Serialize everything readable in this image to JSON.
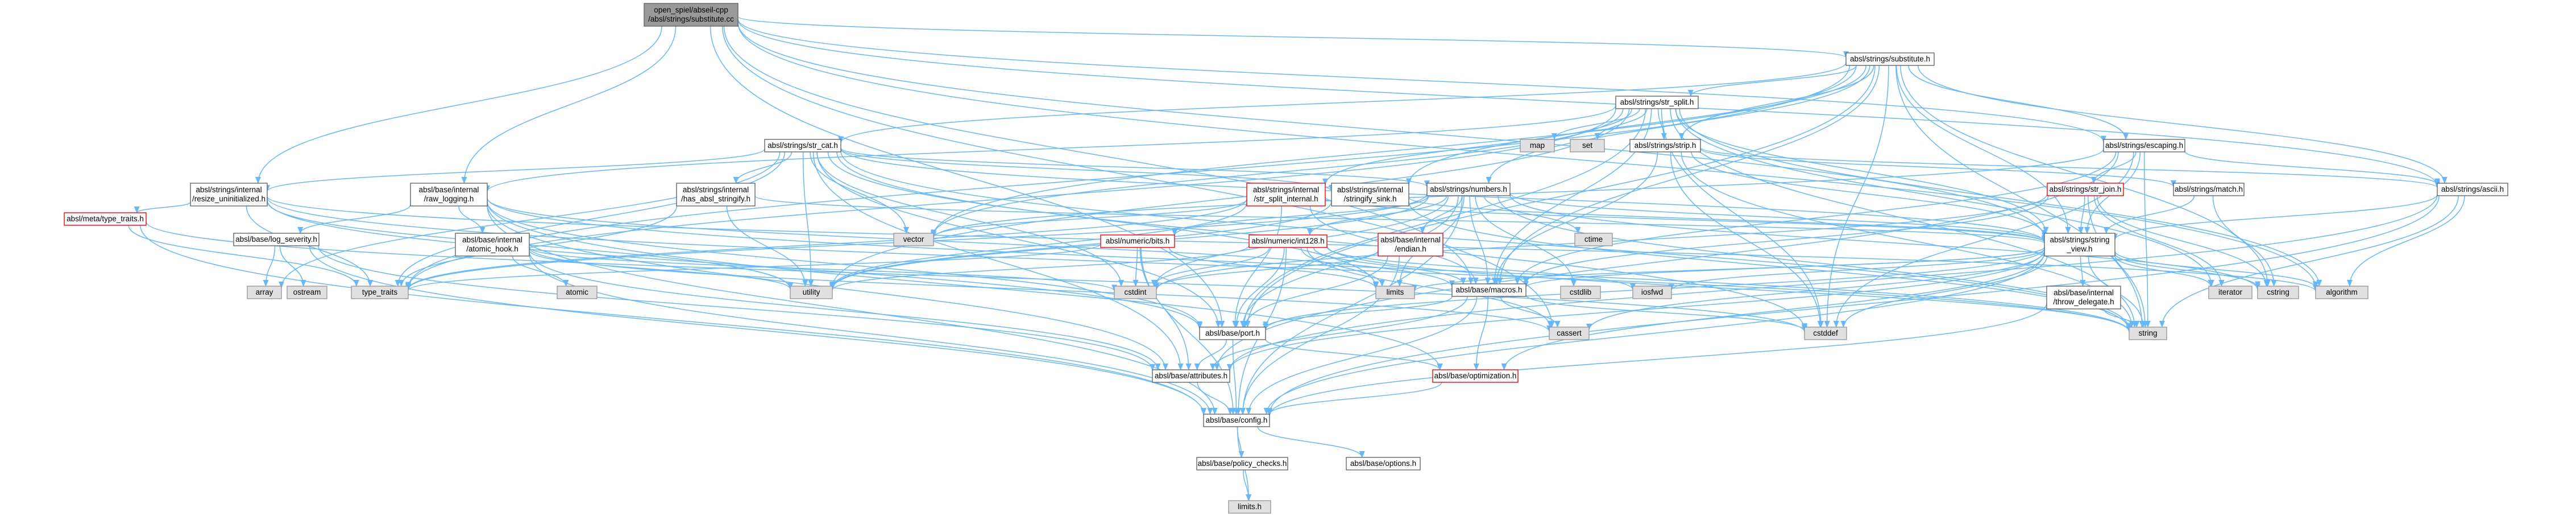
{
  "colors": {
    "edge": "#63b8ff",
    "node_fill": "#ffffff",
    "node_border": "#666666",
    "root_fill": "#999999",
    "root_border": "#666666",
    "external_fill": "#e0e0e0",
    "external_border": "#999999",
    "truncated_border": "#ff0000"
  },
  "nodes": [
    {
      "id": "root",
      "kind": "root",
      "lines": [
        "open_spiel/abseil-cpp",
        "/absl/strings/substitute.cc"
      ]
    },
    {
      "id": "substitute_h",
      "kind": "normal",
      "lines": [
        "absl/strings/substitute.h"
      ]
    },
    {
      "id": "str_split_h",
      "kind": "normal",
      "lines": [
        "absl/strings/str_split.h"
      ]
    },
    {
      "id": "str_cat_h",
      "kind": "normal",
      "lines": [
        "absl/strings/str_cat.h"
      ]
    },
    {
      "id": "escaping_h",
      "kind": "normal",
      "lines": [
        "absl/strings/escaping.h"
      ]
    },
    {
      "id": "strip_h",
      "kind": "normal",
      "lines": [
        "absl/strings/strip.h"
      ]
    },
    {
      "id": "resize_uninit_h",
      "kind": "normal",
      "lines": [
        "absl/strings/internal",
        "/resize_uninitialized.h"
      ]
    },
    {
      "id": "raw_logging_h",
      "kind": "normal",
      "lines": [
        "absl/base/internal",
        "/raw_logging.h"
      ]
    },
    {
      "id": "has_stringify_h",
      "kind": "normal",
      "lines": [
        "absl/strings/internal",
        "/has_absl_stringify.h"
      ]
    },
    {
      "id": "str_split_internal_h",
      "kind": "truncated",
      "lines": [
        "absl/strings/internal",
        "/str_split_internal.h"
      ]
    },
    {
      "id": "stringify_sink_h",
      "kind": "normal",
      "lines": [
        "absl/strings/internal",
        "/stringify_sink.h"
      ]
    },
    {
      "id": "numbers_h",
      "kind": "normal",
      "lines": [
        "absl/strings/numbers.h"
      ]
    },
    {
      "id": "str_join_h",
      "kind": "truncated",
      "lines": [
        "absl/strings/str_join.h"
      ]
    },
    {
      "id": "match_h",
      "kind": "normal",
      "lines": [
        "absl/strings/match.h"
      ]
    },
    {
      "id": "ascii_h",
      "kind": "normal",
      "lines": [
        "absl/strings/ascii.h"
      ]
    },
    {
      "id": "type_traits_h",
      "kind": "truncated",
      "lines": [
        "absl/meta/type_traits.h"
      ]
    },
    {
      "id": "log_severity_h",
      "kind": "normal",
      "lines": [
        "absl/base/log_severity.h"
      ]
    },
    {
      "id": "atomic_hook_h",
      "kind": "normal",
      "lines": [
        "absl/base/internal",
        "/atomic_hook.h"
      ]
    },
    {
      "id": "bits_h",
      "kind": "truncated",
      "lines": [
        "absl/numeric/bits.h"
      ]
    },
    {
      "id": "int128_h",
      "kind": "truncated",
      "lines": [
        "absl/numeric/int128.h"
      ]
    },
    {
      "id": "endian_h",
      "kind": "truncated",
      "lines": [
        "absl/base/internal",
        "/endian.h"
      ]
    },
    {
      "id": "string_view_h",
      "kind": "normal",
      "lines": [
        "absl/strings/string",
        "_view.h"
      ]
    },
    {
      "id": "throw_delegate_h",
      "kind": "normal",
      "lines": [
        "absl/base/internal",
        "/throw_delegate.h"
      ]
    },
    {
      "id": "macros_h",
      "kind": "normal",
      "lines": [
        "absl/base/macros.h"
      ]
    },
    {
      "id": "port_h",
      "kind": "normal",
      "lines": [
        "absl/base/port.h"
      ]
    },
    {
      "id": "attributes_h",
      "kind": "normal",
      "lines": [
        "absl/base/attributes.h"
      ]
    },
    {
      "id": "optimization_h",
      "kind": "truncated",
      "lines": [
        "absl/base/optimization.h"
      ]
    },
    {
      "id": "config_h",
      "kind": "normal",
      "lines": [
        "absl/base/config.h"
      ]
    },
    {
      "id": "policy_checks_h",
      "kind": "normal",
      "lines": [
        "absl/base/policy_checks.h"
      ]
    },
    {
      "id": "options_h",
      "kind": "normal",
      "lines": [
        "absl/base/options.h"
      ]
    },
    {
      "id": "limits_h",
      "kind": "external",
      "lines": [
        "limits.h"
      ]
    },
    {
      "id": "map",
      "kind": "external",
      "lines": [
        "map"
      ]
    },
    {
      "id": "set",
      "kind": "external",
      "lines": [
        "set"
      ]
    },
    {
      "id": "vector",
      "kind": "external",
      "lines": [
        "vector"
      ]
    },
    {
      "id": "array",
      "kind": "external",
      "lines": [
        "array"
      ]
    },
    {
      "id": "ostream",
      "kind": "external",
      "lines": [
        "ostream"
      ]
    },
    {
      "id": "atomic",
      "kind": "external",
      "lines": [
        "atomic"
      ]
    },
    {
      "id": "type_traits",
      "kind": "external",
      "lines": [
        "type_traits"
      ]
    },
    {
      "id": "utility",
      "kind": "external",
      "lines": [
        "utility"
      ]
    },
    {
      "id": "cstdint",
      "kind": "external",
      "lines": [
        "cstdint"
      ]
    },
    {
      "id": "limits",
      "kind": "external",
      "lines": [
        "limits"
      ]
    },
    {
      "id": "ctime",
      "kind": "external",
      "lines": [
        "ctime"
      ]
    },
    {
      "id": "cstdlib",
      "kind": "external",
      "lines": [
        "cstdlib"
      ]
    },
    {
      "id": "iosfwd",
      "kind": "external",
      "lines": [
        "iosfwd"
      ]
    },
    {
      "id": "iterator",
      "kind": "external",
      "lines": [
        "iterator"
      ]
    },
    {
      "id": "cstring",
      "kind": "external",
      "lines": [
        "cstring"
      ]
    },
    {
      "id": "algorithm",
      "kind": "external",
      "lines": [
        "algorithm"
      ]
    },
    {
      "id": "cassert",
      "kind": "external",
      "lines": [
        "cassert"
      ]
    },
    {
      "id": "cstddef",
      "kind": "external",
      "lines": [
        "cstddef"
      ]
    },
    {
      "id": "string",
      "kind": "external",
      "lines": [
        "string"
      ]
    }
  ],
  "edges": [
    [
      "root",
      "substitute_h"
    ],
    [
      "root",
      "escaping_h"
    ],
    [
      "root",
      "ascii_h"
    ],
    [
      "root",
      "string_view_h"
    ],
    [
      "root",
      "resize_uninit_h"
    ],
    [
      "root",
      "raw_logging_h"
    ],
    [
      "root",
      "algorithm"
    ],
    [
      "root",
      "cassert"
    ],
    [
      "root",
      "macros_h"
    ],
    [
      "root",
      "port_h"
    ],
    [
      "substitute_h",
      "str_split_h"
    ],
    [
      "substitute_h",
      "str_cat_h"
    ],
    [
      "substitute_h",
      "strip_h"
    ],
    [
      "substitute_h",
      "escaping_h"
    ],
    [
      "substitute_h",
      "numbers_h"
    ],
    [
      "substitute_h",
      "stringify_sink_h"
    ],
    [
      "substitute_h",
      "string_view_h"
    ],
    [
      "substitute_h",
      "ascii_h"
    ],
    [
      "substitute_h",
      "macros_h"
    ],
    [
      "substitute_h",
      "port_h"
    ],
    [
      "substitute_h",
      "cstring"
    ],
    [
      "substitute_h",
      "string"
    ],
    [
      "substitute_h",
      "type_traits"
    ],
    [
      "substitute_h",
      "vector"
    ],
    [
      "substitute_h",
      "cstddef"
    ],
    [
      "str_split_h",
      "map"
    ],
    [
      "str_split_h",
      "set"
    ],
    [
      "str_split_h",
      "vector"
    ],
    [
      "str_split_h",
      "strip_h"
    ],
    [
      "str_split_h",
      "str_split_internal_h"
    ],
    [
      "str_split_h",
      "string_view_h"
    ],
    [
      "str_split_h",
      "raw_logging_h"
    ],
    [
      "str_split_h",
      "macros_h"
    ],
    [
      "str_split_h",
      "port_h"
    ],
    [
      "str_split_h",
      "algorithm"
    ],
    [
      "str_split_h",
      "cstddef"
    ],
    [
      "str_split_h",
      "string"
    ],
    [
      "str_split_h",
      "utility"
    ],
    [
      "str_split_h",
      "iterator"
    ],
    [
      "str_split_h",
      "type_traits"
    ],
    [
      "str_cat_h",
      "resize_uninit_h"
    ],
    [
      "str_cat_h",
      "has_stringify_h"
    ],
    [
      "str_cat_h",
      "stringify_sink_h"
    ],
    [
      "str_cat_h",
      "numbers_h"
    ],
    [
      "str_cat_h",
      "string_view_h"
    ],
    [
      "str_cat_h",
      "port_h"
    ],
    [
      "str_cat_h",
      "attributes_h"
    ],
    [
      "str_cat_h",
      "array"
    ],
    [
      "str_cat_h",
      "cstddef"
    ],
    [
      "str_cat_h",
      "cstdint"
    ],
    [
      "str_cat_h",
      "string"
    ],
    [
      "str_cat_h",
      "type_traits"
    ],
    [
      "str_cat_h",
      "utility"
    ],
    [
      "str_cat_h",
      "vector"
    ],
    [
      "str_cat_h",
      "limits"
    ],
    [
      "escaping_h",
      "str_join_h"
    ],
    [
      "escaping_h",
      "ascii_h"
    ],
    [
      "escaping_h",
      "string_view_h"
    ],
    [
      "escaping_h",
      "macros_h"
    ],
    [
      "escaping_h",
      "vector"
    ],
    [
      "escaping_h",
      "cstddef"
    ],
    [
      "escaping_h",
      "string"
    ],
    [
      "escaping_h",
      "attributes_h"
    ],
    [
      "strip_h",
      "match_h"
    ],
    [
      "strip_h",
      "ascii_h"
    ],
    [
      "strip_h",
      "string_view_h"
    ],
    [
      "strip_h",
      "macros_h"
    ],
    [
      "strip_h",
      "cstddef"
    ],
    [
      "strip_h",
      "string"
    ],
    [
      "resize_uninit_h",
      "type_traits_h"
    ],
    [
      "resize_uninit_h",
      "port_h"
    ],
    [
      "resize_uninit_h",
      "string"
    ],
    [
      "resize_uninit_h",
      "type_traits"
    ],
    [
      "resize_uninit_h",
      "utility"
    ],
    [
      "resize_uninit_h",
      "algorithm"
    ],
    [
      "raw_logging_h",
      "log_severity_h"
    ],
    [
      "raw_logging_h",
      "atomic_hook_h"
    ],
    [
      "raw_logging_h",
      "macros_h"
    ],
    [
      "raw_logging_h",
      "port_h"
    ],
    [
      "raw_logging_h",
      "attributes_h"
    ],
    [
      "raw_logging_h",
      "optimization_h"
    ],
    [
      "raw_logging_h",
      "config_h"
    ],
    [
      "raw_logging_h",
      "string"
    ],
    [
      "has_stringify_h",
      "type_traits"
    ],
    [
      "has_stringify_h",
      "utility"
    ],
    [
      "has_stringify_h",
      "string_view_h"
    ],
    [
      "str_split_internal_h",
      "string_view_h"
    ],
    [
      "str_split_internal_h",
      "macros_h"
    ],
    [
      "str_split_internal_h",
      "port_h"
    ],
    [
      "str_split_internal_h",
      "utility"
    ],
    [
      "str_split_internal_h",
      "type_traits"
    ],
    [
      "str_split_internal_h",
      "vector"
    ],
    [
      "stringify_sink_h",
      "string_view_h"
    ],
    [
      "stringify_sink_h",
      "utility"
    ],
    [
      "stringify_sink_h",
      "string"
    ],
    [
      "numbers_h",
      "bits_h"
    ],
    [
      "numbers_h",
      "int128_h"
    ],
    [
      "numbers_h",
      "endian_h"
    ],
    [
      "numbers_h",
      "string_view_h"
    ],
    [
      "numbers_h",
      "macros_h"
    ],
    [
      "numbers_h",
      "port_h"
    ],
    [
      "numbers_h",
      "config_h"
    ],
    [
      "numbers_h",
      "ctime"
    ],
    [
      "numbers_h",
      "cstdlib"
    ],
    [
      "numbers_h",
      "cstring"
    ],
    [
      "numbers_h",
      "limits"
    ],
    [
      "numbers_h",
      "type_traits"
    ],
    [
      "numbers_h",
      "cstdint"
    ],
    [
      "numbers_h",
      "string"
    ],
    [
      "numbers_h",
      "utility"
    ],
    [
      "str_join_h",
      "string_view_h"
    ],
    [
      "str_join_h",
      "macros_h"
    ],
    [
      "str_join_h",
      "cstdint"
    ],
    [
      "str_join_h",
      "cstring"
    ],
    [
      "str_join_h",
      "iterator"
    ],
    [
      "str_join_h",
      "string"
    ],
    [
      "match_h",
      "string_view_h"
    ],
    [
      "match_h",
      "cstring"
    ],
    [
      "ascii_h",
      "string_view_h"
    ],
    [
      "ascii_h",
      "attributes_h"
    ],
    [
      "ascii_h",
      "config_h"
    ],
    [
      "ascii_h",
      "algorithm"
    ],
    [
      "ascii_h",
      "string"
    ],
    [
      "type_traits_h",
      "type_traits"
    ],
    [
      "type_traits_h",
      "config_h"
    ],
    [
      "type_traits_h",
      "cstddef"
    ],
    [
      "log_severity_h",
      "array"
    ],
    [
      "log_severity_h",
      "ostream"
    ],
    [
      "log_severity_h",
      "attributes_h"
    ],
    [
      "log_severity_h",
      "config_h"
    ],
    [
      "atomic_hook_h",
      "atomic"
    ],
    [
      "atomic_hook_h",
      "attributes_h"
    ],
    [
      "atomic_hook_h",
      "config_h"
    ],
    [
      "atomic_hook_h",
      "cassert"
    ],
    [
      "atomic_hook_h",
      "cstdint"
    ],
    [
      "atomic_hook_h",
      "utility"
    ],
    [
      "bits_h",
      "cstdint"
    ],
    [
      "bits_h",
      "limits"
    ],
    [
      "bits_h",
      "type_traits"
    ],
    [
      "bits_h",
      "attributes_h"
    ],
    [
      "bits_h",
      "config_h"
    ],
    [
      "int128_h",
      "cassert"
    ],
    [
      "int128_h",
      "cstdint"
    ],
    [
      "int128_h",
      "iosfwd"
    ],
    [
      "int128_h",
      "limits"
    ],
    [
      "int128_h",
      "string"
    ],
    [
      "int128_h",
      "utility"
    ],
    [
      "int128_h",
      "macros_h"
    ],
    [
      "int128_h",
      "port_h"
    ],
    [
      "int128_h",
      "config_h"
    ],
    [
      "endian_h",
      "cstdint"
    ],
    [
      "endian_h",
      "port_h"
    ],
    [
      "endian_h",
      "config_h"
    ],
    [
      "string_view_h",
      "throw_delegate_h"
    ],
    [
      "string_view_h",
      "macros_h"
    ],
    [
      "string_view_h",
      "port_h"
    ],
    [
      "string_view_h",
      "attributes_h"
    ],
    [
      "string_view_h",
      "optimization_h"
    ],
    [
      "string_view_h",
      "config_h"
    ],
    [
      "string_view_h",
      "algorithm"
    ],
    [
      "string_view_h",
      "cassert"
    ],
    [
      "string_view_h",
      "cstddef"
    ],
    [
      "string_view_h",
      "cstring"
    ],
    [
      "string_view_h",
      "iosfwd"
    ],
    [
      "string_view_h",
      "iterator"
    ],
    [
      "string_view_h",
      "limits"
    ],
    [
      "string_view_h",
      "string"
    ],
    [
      "throw_delegate_h",
      "string"
    ],
    [
      "throw_delegate_h",
      "config_h"
    ],
    [
      "macros_h",
      "cassert"
    ],
    [
      "macros_h",
      "cstddef"
    ],
    [
      "macros_h",
      "attributes_h"
    ],
    [
      "macros_h",
      "optimization_h"
    ],
    [
      "macros_h",
      "port_h"
    ],
    [
      "macros_h",
      "config_h"
    ],
    [
      "port_h",
      "attributes_h"
    ],
    [
      "port_h",
      "config_h"
    ],
    [
      "port_h",
      "optimization_h"
    ],
    [
      "attributes_h",
      "config_h"
    ],
    [
      "optimization_h",
      "config_h"
    ],
    [
      "config_h",
      "policy_checks_h"
    ],
    [
      "config_h",
      "options_h"
    ],
    [
      "config_h",
      "limits_h"
    ],
    [
      "policy_checks_h",
      "limits_h"
    ]
  ]
}
